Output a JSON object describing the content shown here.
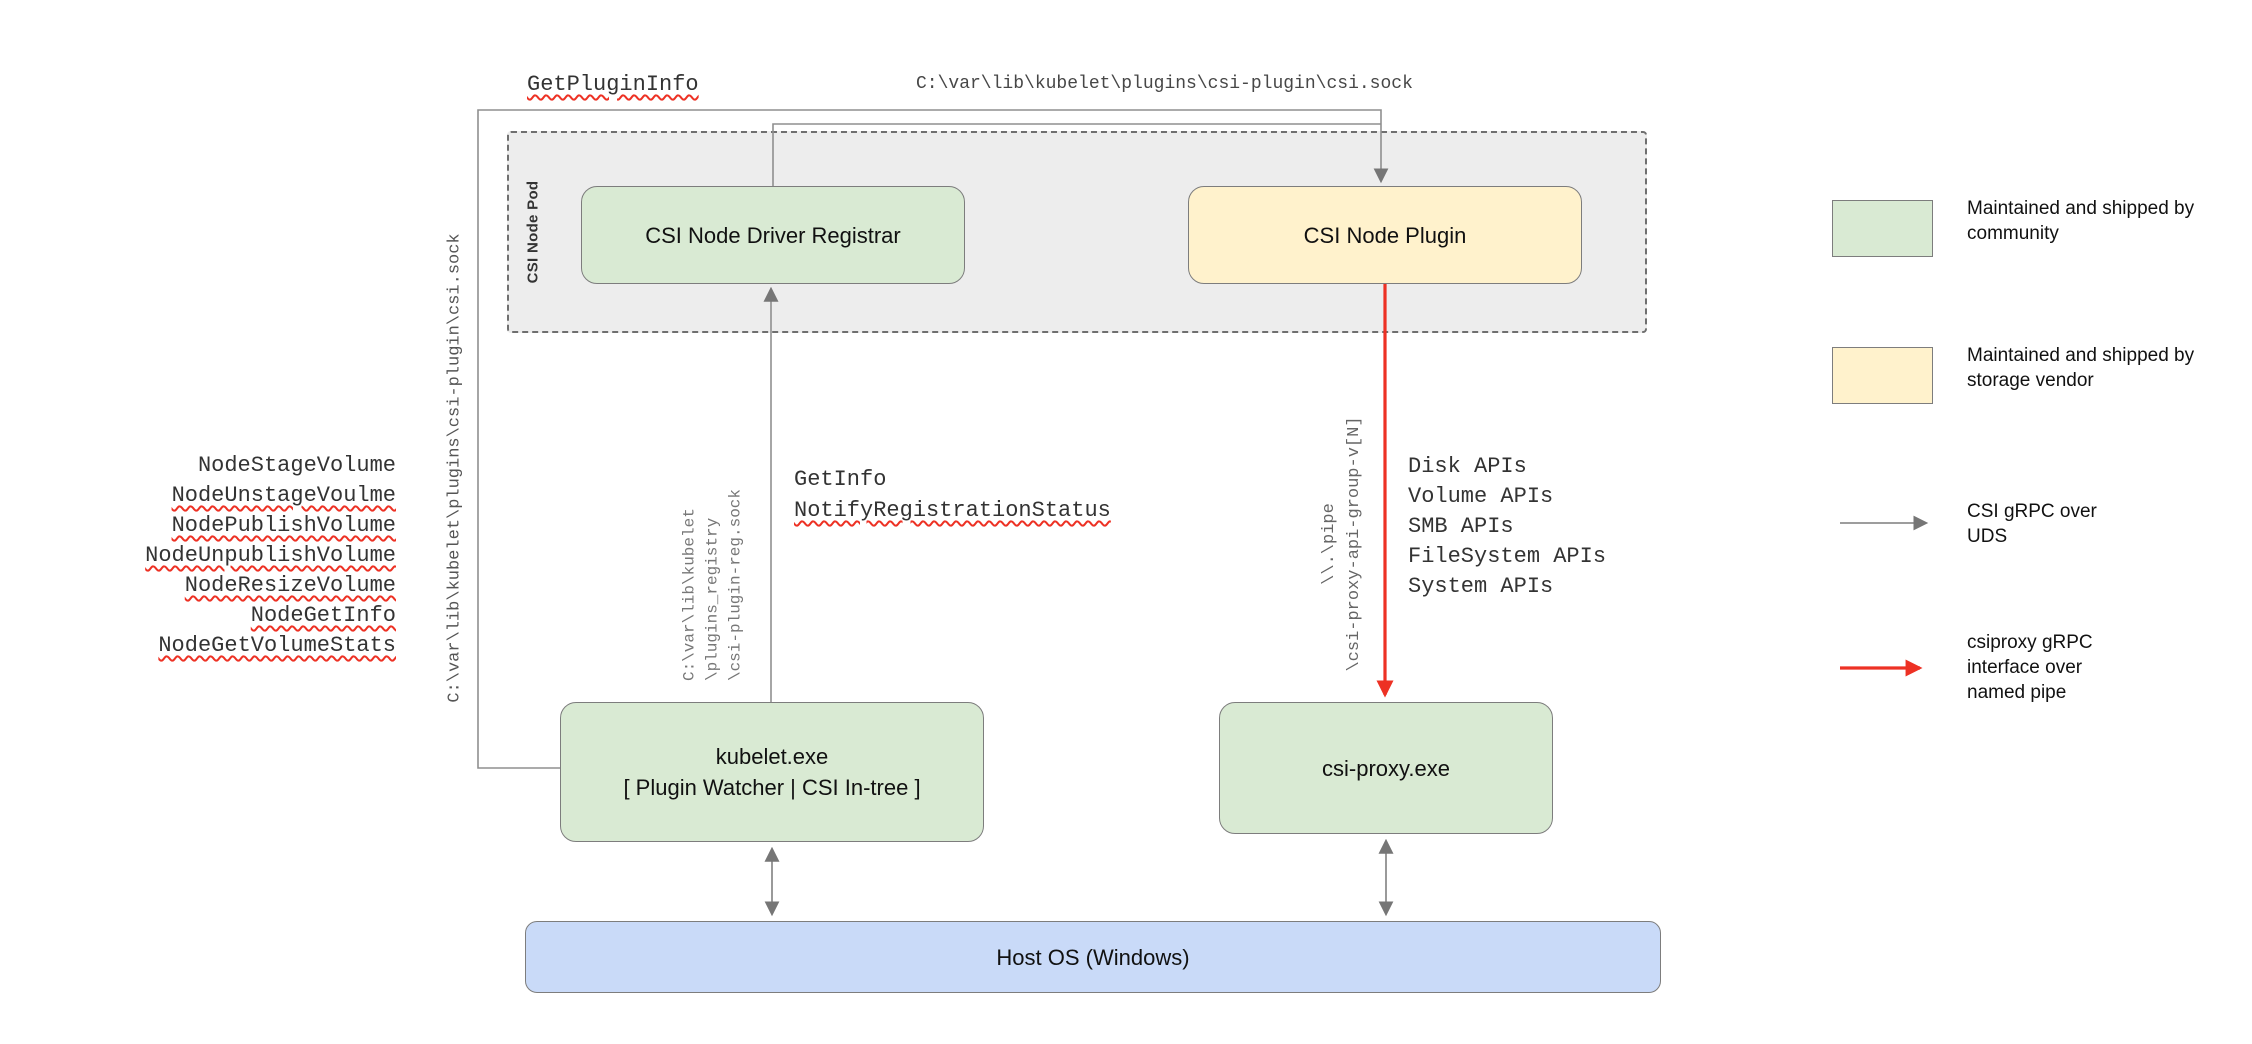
{
  "pod": {
    "label": "CSI Node Pod"
  },
  "boxes": {
    "registrar": {
      "label": "CSI Node Driver Registrar"
    },
    "plugin": {
      "label": "CSI Node Plugin"
    },
    "kubelet": {
      "line1": "kubelet.exe",
      "line2": "[ Plugin Watcher | CSI In-tree ]"
    },
    "csi_proxy": {
      "label": "csi-proxy.exe"
    },
    "host_os": {
      "label": "Host OS (Windows)"
    }
  },
  "edge_labels": {
    "get_plugin_info": "GetPluginInfo",
    "csi_sock_top": "C:\\var\\lib\\kubelet\\plugins\\csi-plugin\\csi.sock",
    "csi_sock_vertical": "C:\\var\\lib\\kubelet\\plugins\\csi-plugin\\csi.sock",
    "reg_sock_line1": "C:\\var\\lib\\kubelet",
    "reg_sock_line2": "\\plugins_registry",
    "reg_sock_line3": "\\csi-plugin-reg.sock",
    "get_info": "GetInfo",
    "notify_registration_status": "NotifyRegistrationStatus",
    "pipe_line1": "\\\\.\\pipe",
    "pipe_line2": "\\csi-proxy-api-group-v[N]",
    "node_calls": [
      "NodeStageVolume",
      "NodeUnstageVoulme",
      "NodePublishVolume",
      "NodeUnpublishVolume",
      "NodeResizeVolume",
      "NodeGetInfo",
      "NodeGetVolumeStats"
    ],
    "proxy_apis": [
      "Disk APIs",
      "Volume APIs",
      "SMB APIs",
      "FileSystem APIs",
      "System APIs"
    ]
  },
  "legend": {
    "community": "Maintained and shipped by community",
    "vendor": "Maintained and shipped by storage vendor",
    "uds": "CSI gRPC over UDS",
    "named_pipe": "csiproxy gRPC interface over named pipe"
  },
  "colors": {
    "community_green": "#d9ead3",
    "vendor_yellow": "#fff2cc",
    "host_blue": "#c9daf8",
    "pod_gray": "#ededed",
    "line_gray": "#8f8f8f",
    "pipe_red": "#ed3124"
  }
}
